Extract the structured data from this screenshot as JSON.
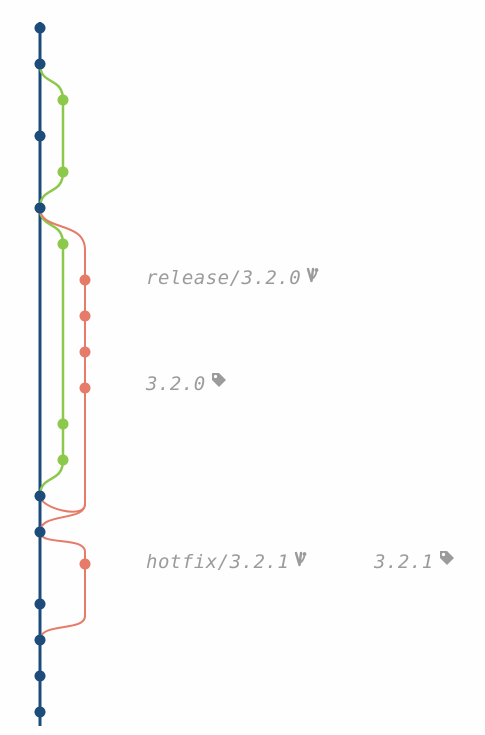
{
  "colors": {
    "main": "#1d4c7a",
    "develop": "#8cc84b",
    "release": "#e57b68",
    "label": "#9b9b9b"
  },
  "refs": {
    "release_branch": {
      "text": "release/3.2.0",
      "icon": "branch-icon"
    },
    "tag_320": {
      "text": "3.2.0",
      "icon": "tag-icon"
    },
    "hotfix_branch": {
      "text": "hotfix/3.2.1",
      "icon": "branch-icon"
    },
    "tag_321": {
      "text": "3.2.1",
      "icon": "tag-icon"
    }
  }
}
